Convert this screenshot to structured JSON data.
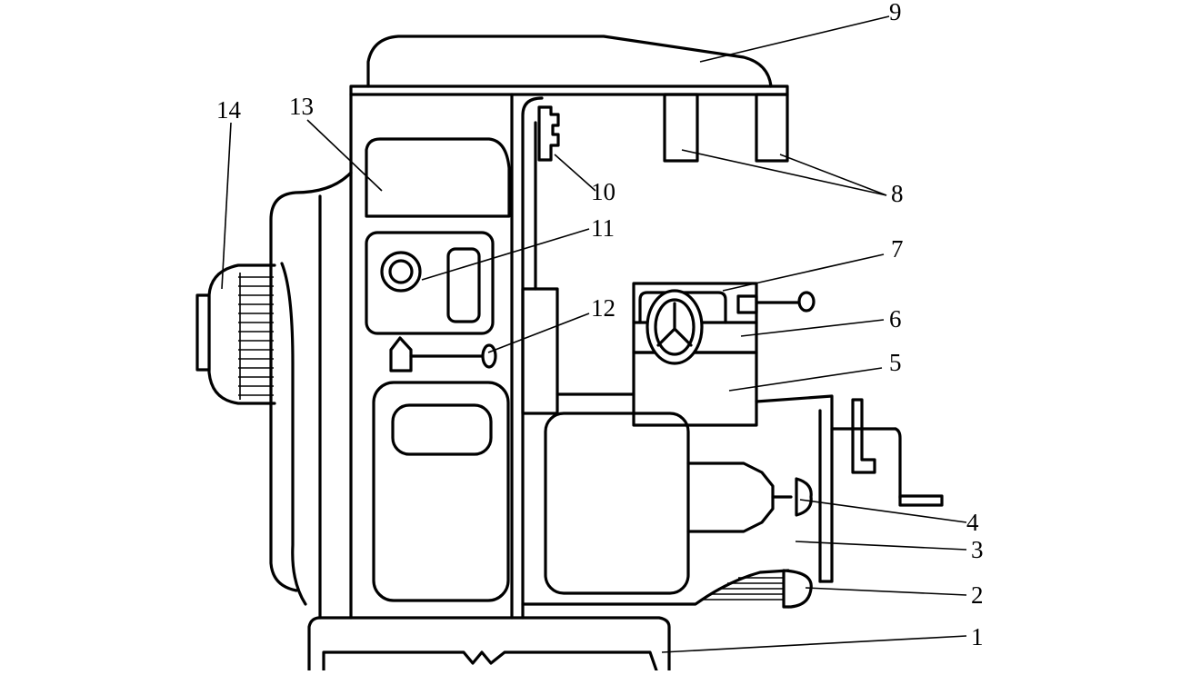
{
  "diagram": {
    "labels": [
      {
        "id": "1",
        "text": "1"
      },
      {
        "id": "2",
        "text": "2"
      },
      {
        "id": "3",
        "text": "3"
      },
      {
        "id": "4",
        "text": "4"
      },
      {
        "id": "5",
        "text": "5"
      },
      {
        "id": "6",
        "text": "6"
      },
      {
        "id": "7",
        "text": "7"
      },
      {
        "id": "8",
        "text": "8"
      },
      {
        "id": "9",
        "text": "9"
      },
      {
        "id": "10",
        "text": "10"
      },
      {
        "id": "11",
        "text": "11"
      },
      {
        "id": "12",
        "text": "12"
      },
      {
        "id": "13",
        "text": "13"
      },
      {
        "id": "14",
        "text": "14"
      }
    ]
  }
}
